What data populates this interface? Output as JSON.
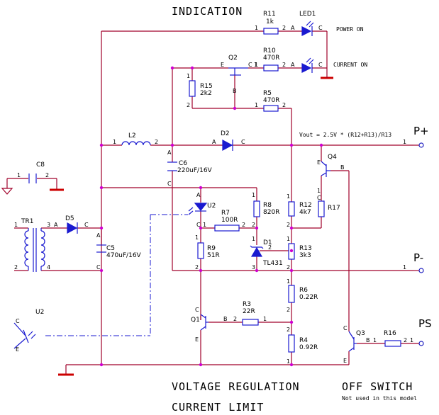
{
  "colors": {
    "wire": "#a0002a",
    "component": "#1a1ad0",
    "node": "#d000d0",
    "text": "#000000",
    "ground": "#cc0000",
    "terminal": "#2020c0"
  },
  "sections": {
    "indication": "INDICATION",
    "voltage_regulation": "VOLTAGE REGULATION",
    "current_limit": "CURRENT LIMIT",
    "off_switch": "OFF SWITCH",
    "off_switch_note": "Not used in this model"
  },
  "formula": "Vout = 2.5V * (R12+R13)/R13",
  "outputs": {
    "p_plus": "P+",
    "p_minus": "P-",
    "ps": "PS"
  },
  "components": {
    "r11": {
      "name": "R11",
      "value": "1k"
    },
    "r10": {
      "name": "R10",
      "value": "470R"
    },
    "r5": {
      "name": "R5",
      "value": "470R"
    },
    "r15": {
      "name": "R15",
      "value": "2k2"
    },
    "r7": {
      "name": "R7",
      "value": "100R"
    },
    "r8": {
      "name": "R8",
      "value": "820R"
    },
    "r9": {
      "name": "R9",
      "value": "51R"
    },
    "r12": {
      "name": "R12",
      "value": "4k7"
    },
    "r13": {
      "name": "R13",
      "value": "3k3"
    },
    "r17": {
      "name": "R17",
      "value": ""
    },
    "r3": {
      "name": "R3",
      "value": "22R"
    },
    "r6": {
      "name": "R6",
      "value": "0.22R"
    },
    "r4": {
      "name": "R4",
      "value": "0.92R"
    },
    "r16": {
      "name": "R16",
      "value": ""
    },
    "led1": {
      "name": "LED1",
      "label": "POWER ON"
    },
    "led2": {
      "label": "CURRENT ON"
    },
    "l2": {
      "name": "L2"
    },
    "d2": {
      "name": "D2"
    },
    "d5": {
      "name": "D5"
    },
    "d1": {
      "name": "D1",
      "part": "TL431"
    },
    "c6": {
      "name": "C6",
      "value": "220uF/16V"
    },
    "c5": {
      "name": "C5",
      "value": "470uF/16V"
    },
    "c8": {
      "name": "C8"
    },
    "tr1": {
      "name": "TR1"
    },
    "q1": {
      "name": "Q1"
    },
    "q2": {
      "name": "Q2"
    },
    "q3": {
      "name": "Q3"
    },
    "q4": {
      "name": "Q4"
    },
    "u2_led": {
      "name": "U2"
    },
    "u2_tr": {
      "name": "U2"
    }
  },
  "pins": {
    "one": "1",
    "two": "2",
    "three": "3",
    "four": "4",
    "a": "A",
    "b": "B",
    "c": "C",
    "e": "E"
  }
}
